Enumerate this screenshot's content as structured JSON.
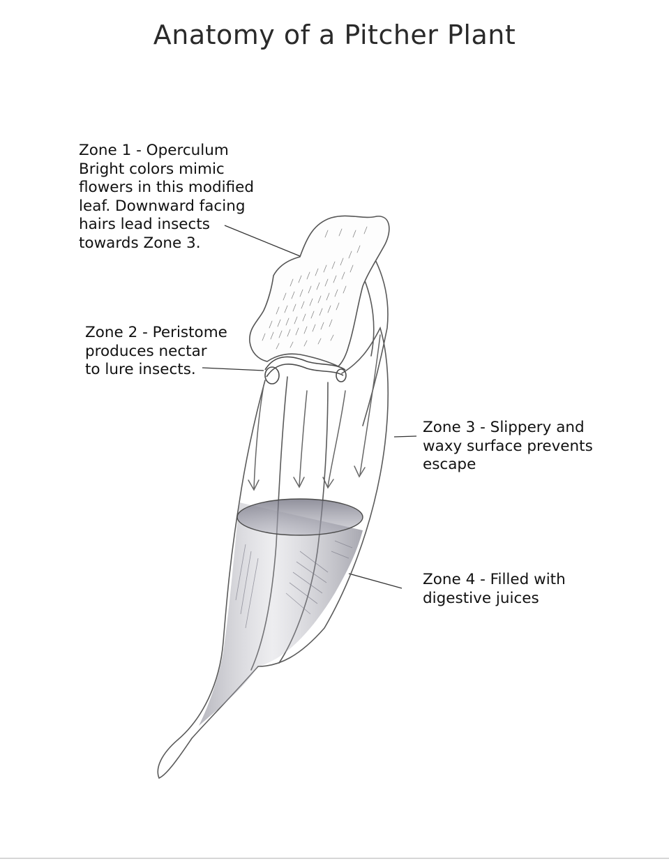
{
  "title": "Anatomy of a Pitcher Plant",
  "zones": {
    "zone1": {
      "lines": [
        "Zone 1 - Operculum",
        "Bright colors  mimic",
        "flowers in this modified",
        "leaf. Downward facing",
        "hairs lead insects",
        "towards Zone 3."
      ]
    },
    "zone2": {
      "lines": [
        "Zone 2 - Peristome",
        "produces nectar",
        "to lure insects."
      ]
    },
    "zone3": {
      "lines": [
        "Zone 3 - Slippery and",
        "waxy surface prevents",
        "escape"
      ]
    },
    "zone4": {
      "lines": [
        "Zone 4 -  Filled with",
        "digestive juices"
      ]
    }
  },
  "colors": {
    "pencil": "#5a5a5a",
    "shading": "#8e8e99",
    "text": "#111111"
  }
}
